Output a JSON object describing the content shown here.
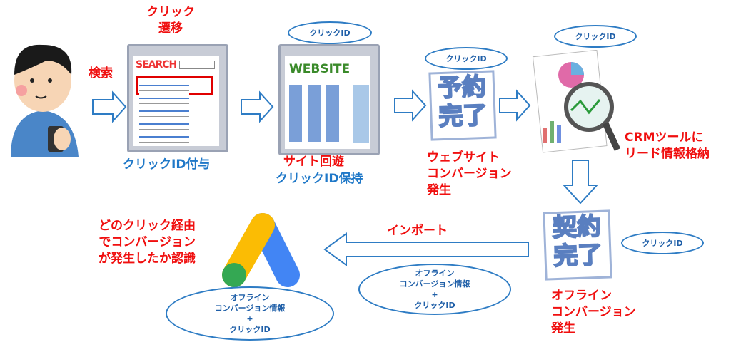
{
  "labels": {
    "search": "検索",
    "click_transition": "クリック\n遷移",
    "click_id_assign": "クリックID付与",
    "site_browse": "サイト回遊",
    "click_id_keep": "クリックID保持",
    "web_conversion": "ウェブサイト\nコンバージョン\n発生",
    "crm": "CRMツールに\nリード情報格納",
    "offline_conversion": "オフライン\nコンバージョン\n発生",
    "import": "インポート",
    "recognize": "どのクリック経由\nでコンバージョン\nが発生したか認識"
  },
  "bubbles": {
    "click_id": "クリックID",
    "offline_info": "オフライン\nコンバージョン情報\n+\nクリックID"
  },
  "illustrations": {
    "search_brand": "SEARCH",
    "website_brand": "WEBSITE",
    "reservation_stamp": "予約\n完了",
    "contract_stamp": "契約\n完了"
  },
  "colors": {
    "red": "#f00f0f",
    "blue": "#1f78c8",
    "arrow": "#2e7cc4"
  }
}
